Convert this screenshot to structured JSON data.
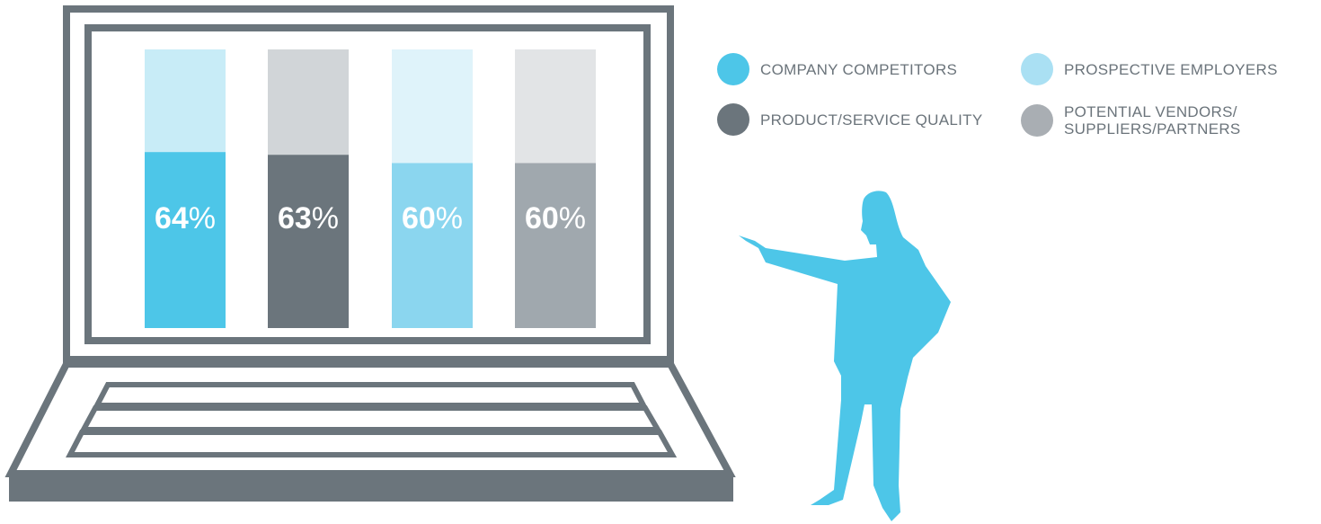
{
  "chart_data": {
    "type": "bar",
    "categories": [
      "Company Competitors",
      "Product/Service Quality",
      "Prospective Employers",
      "Potential Vendors/Suppliers/Partners"
    ],
    "values": [
      64,
      63,
      60,
      60
    ],
    "value_suffix": "%",
    "ylim": [
      0,
      100
    ],
    "grid": false,
    "legend_position": "top-right",
    "colors": {
      "fill": [
        "#4dc6e8",
        "#6b757c",
        "#8bd6ef",
        "#a0a8ae"
      ],
      "track": [
        "#c8ecf7",
        "#d1d5d8",
        "#dff3fa",
        "#e2e4e6"
      ]
    }
  },
  "legend": {
    "items": [
      {
        "lines": [
          "COMPANY COMPETITORS"
        ],
        "color": "#4dc6e8"
      },
      {
        "lines": [
          "PROSPECTIVE EMPLOYERS"
        ],
        "color": "#aae0f3"
      },
      {
        "lines": [
          "PRODUCT/SERVICE QUALITY"
        ],
        "color": "#6b757c"
      },
      {
        "lines": [
          "POTENTIAL VENDORS/",
          "SUPPLIERS/PARTNERS"
        ],
        "color": "#a9aeb3"
      }
    ]
  },
  "colors": {
    "laptop": "#6b757c",
    "figure": "#4dc6e8"
  },
  "icons": {
    "device": "laptop-icon",
    "person": "presenter-figure-icon"
  }
}
